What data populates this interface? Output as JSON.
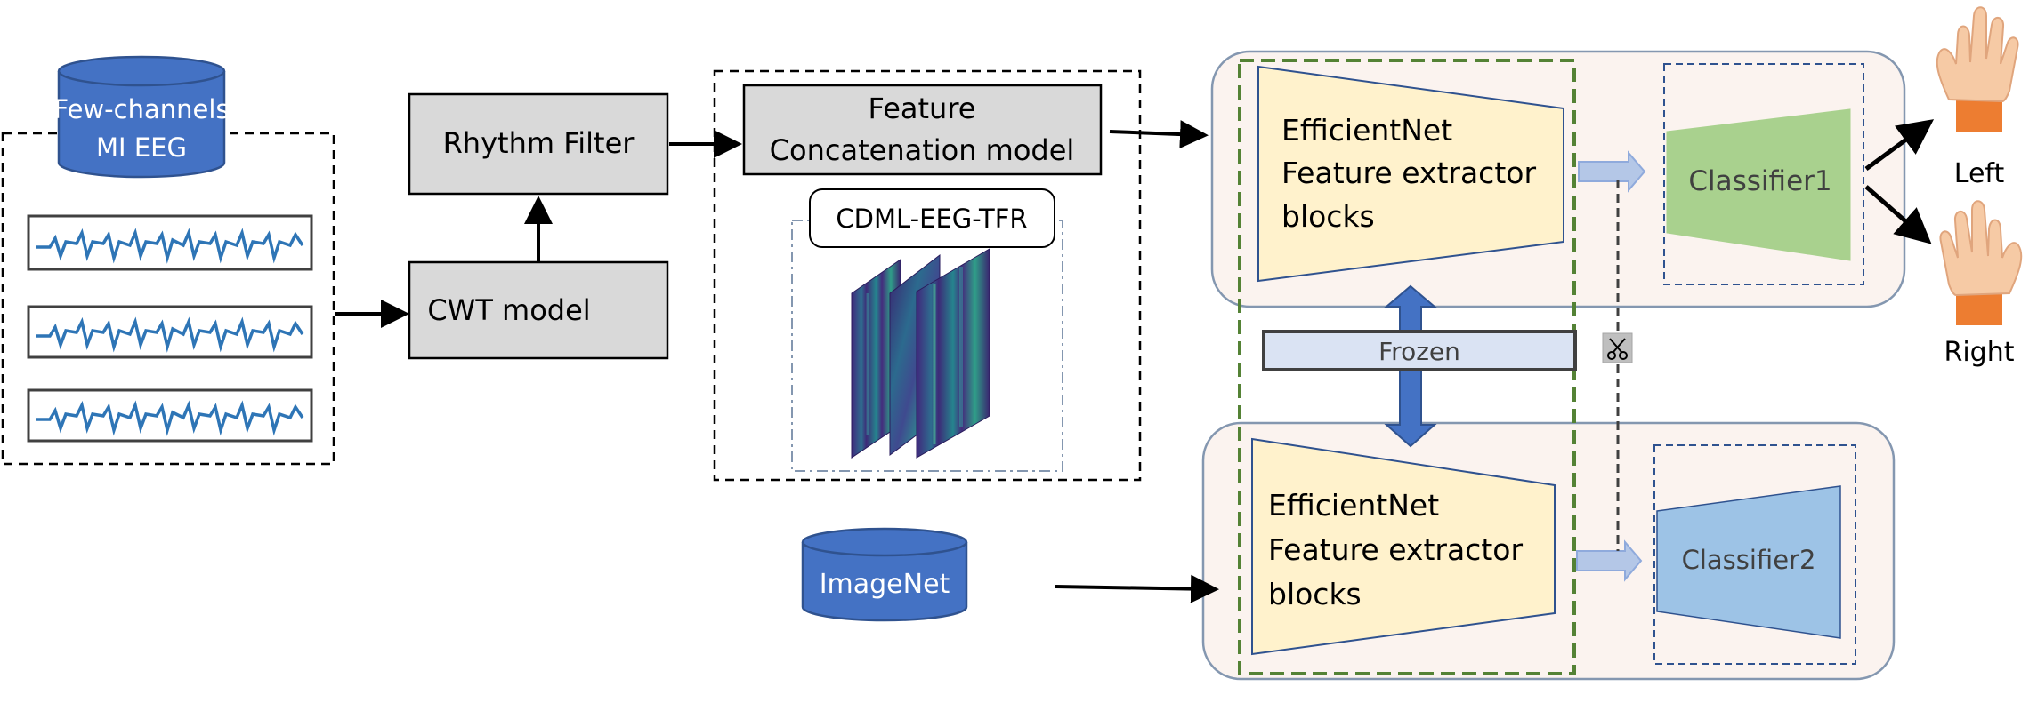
{
  "eeg_db": {
    "line1": "Few-channels",
    "line2": "MI EEG"
  },
  "rhythm_filter": {
    "label": "Rhythm Filter"
  },
  "cwt_model": {
    "label": "CWT model"
  },
  "feature_concat": {
    "line1": "Feature",
    "line2": "Concatenation model"
  },
  "cdml_label": "CDML-EEG-TFR",
  "imagenet_db": {
    "label": "ImageNet"
  },
  "upper_block": {
    "line1": "EfficientNet",
    "line2": "Feature extractor",
    "line3": "blocks"
  },
  "lower_block": {
    "line1": "EfficientNet",
    "line2": "Feature extractor",
    "line3": "blocks"
  },
  "classifier1": {
    "label": "Classifier1"
  },
  "classifier2": {
    "label": "Classifier2"
  },
  "frozen": {
    "label": "Frozen"
  },
  "outputs": {
    "left": "Left",
    "right": "Right"
  },
  "colors": {
    "db_blue": "#4472c4",
    "gray_box": "#d9d9d9",
    "panel_fill": "#fbf3ef",
    "panel_border": "#8497b0",
    "extractor_fill": "#fff2cc",
    "classifier1_fill": "#a9d18e",
    "classifier2_fill": "#9dc3e6",
    "frozen_fill": "#dae3f3",
    "green_dash": "#548235",
    "arrow_blue": "#4472c4"
  }
}
